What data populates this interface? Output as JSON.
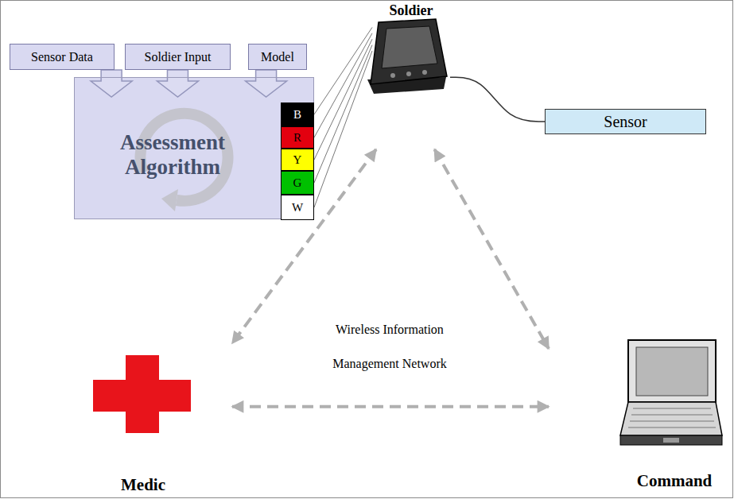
{
  "diagram": {
    "nodes": [
      {
        "text": [
          "Sensor Data"
        ]
      },
      {
        "text": [
          "Soldier Input"
        ]
      },
      {
        "text": [
          "Model"
        ]
      },
      {
        "text": [
          "Assessment Algorithm"
        ]
      },
      {
        "text": [
          "B"
        ],
        "in": 3
      },
      {
        "text": [
          "R"
        ],
        "in": 3
      },
      {
        "text": [
          "Y"
        ],
        "in": 3
      },
      {
        "text": [
          "G"
        ],
        "in": 3
      },
      {
        "text": [
          "W"
        ],
        "in": 3
      },
      {
        "text": [
          "Soldier"
        ]
      },
      {
        "text": [
          "Sensor"
        ]
      },
      {
        "text": [
          "Medic"
        ]
      },
      {
        "text": [
          "Command"
        ]
      }
    ],
    "edges": [
      {
        "from": 0,
        "to": 3,
        "arrow": "to"
      },
      {
        "from": 1,
        "to": 3,
        "arrow": "to"
      },
      {
        "from": 2,
        "to": 3,
        "arrow": "to"
      },
      {
        "from": 4,
        "to": 9,
        "arrow": "none"
      },
      {
        "from": 5,
        "to": 9,
        "arrow": "none"
      },
      {
        "from": 6,
        "to": 9,
        "arrow": "none"
      },
      {
        "from": 7,
        "to": 9,
        "arrow": "none"
      },
      {
        "from": 8,
        "to": 9,
        "arrow": "none"
      },
      {
        "from": 9,
        "to": 10,
        "arrow": "none"
      },
      {
        "from": 9,
        "to": 11,
        "arrow": "both"
      },
      {
        "from": 9,
        "to": 12,
        "arrow": "both"
      },
      {
        "from": 11,
        "to": 12,
        "arrow": "both"
      }
    ],
    "labels": [
      "Wireless Information Management Network"
    ]
  }
}
